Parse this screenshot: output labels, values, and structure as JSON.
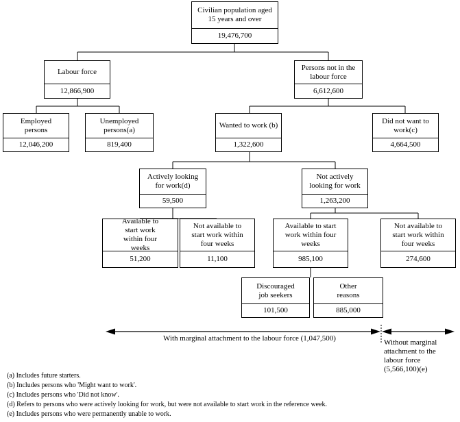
{
  "boxes": {
    "civilian": {
      "label": "Civilian population aged 15 years and over",
      "value": "19,476,700"
    },
    "labour_force": {
      "label": "Labour force",
      "value": "12,866,900"
    },
    "not_in_lf": {
      "label": "Persons not in the labour force",
      "value": "6,612,600"
    },
    "employed": {
      "label": "Employed persons",
      "value": "12,046,200"
    },
    "unemployed": {
      "label": "Unemployed persons(a)",
      "value": "819,400"
    },
    "wanted": {
      "label": "Wanted to work (b)",
      "value": "1,322,600"
    },
    "did_not_want": {
      "label": "Did not want to work(c)",
      "value": "4,664,500"
    },
    "actively": {
      "label": "Actively looking for work(d)",
      "value": "59,500"
    },
    "not_actively": {
      "label": "Not actively looking for work",
      "value": "1,263,200"
    },
    "act_available": {
      "label": "Available to start work within four weeks",
      "value": "51,200"
    },
    "act_not_available": {
      "label": "Not available to start work within four weeks",
      "value": "11,100"
    },
    "nact_available": {
      "label": "Available to start work within four weeks",
      "value": "985,100"
    },
    "nact_not_available": {
      "label": "Not available to start work within four weeks",
      "value": "274,600"
    },
    "discouraged": {
      "label": "Discouraged job seekers",
      "value": "101,500"
    },
    "other": {
      "label": "Other reasons",
      "value": "885,000"
    }
  },
  "marginal": {
    "with": "With marginal attachment to the labour force (1,047,500)",
    "without": "Without marginal attachment to the labour force (5,566,100)(e)"
  },
  "notes": [
    "(a) Includes future starters.",
    "(b) Includes persons who 'Might want to work'.",
    "(c) Includes persons who 'Did not know'.",
    "(d) Refers to persons who were actively looking for work, but were not available to start work in the reference week.",
    "(e) Includes persons who were permanently unable to work."
  ]
}
